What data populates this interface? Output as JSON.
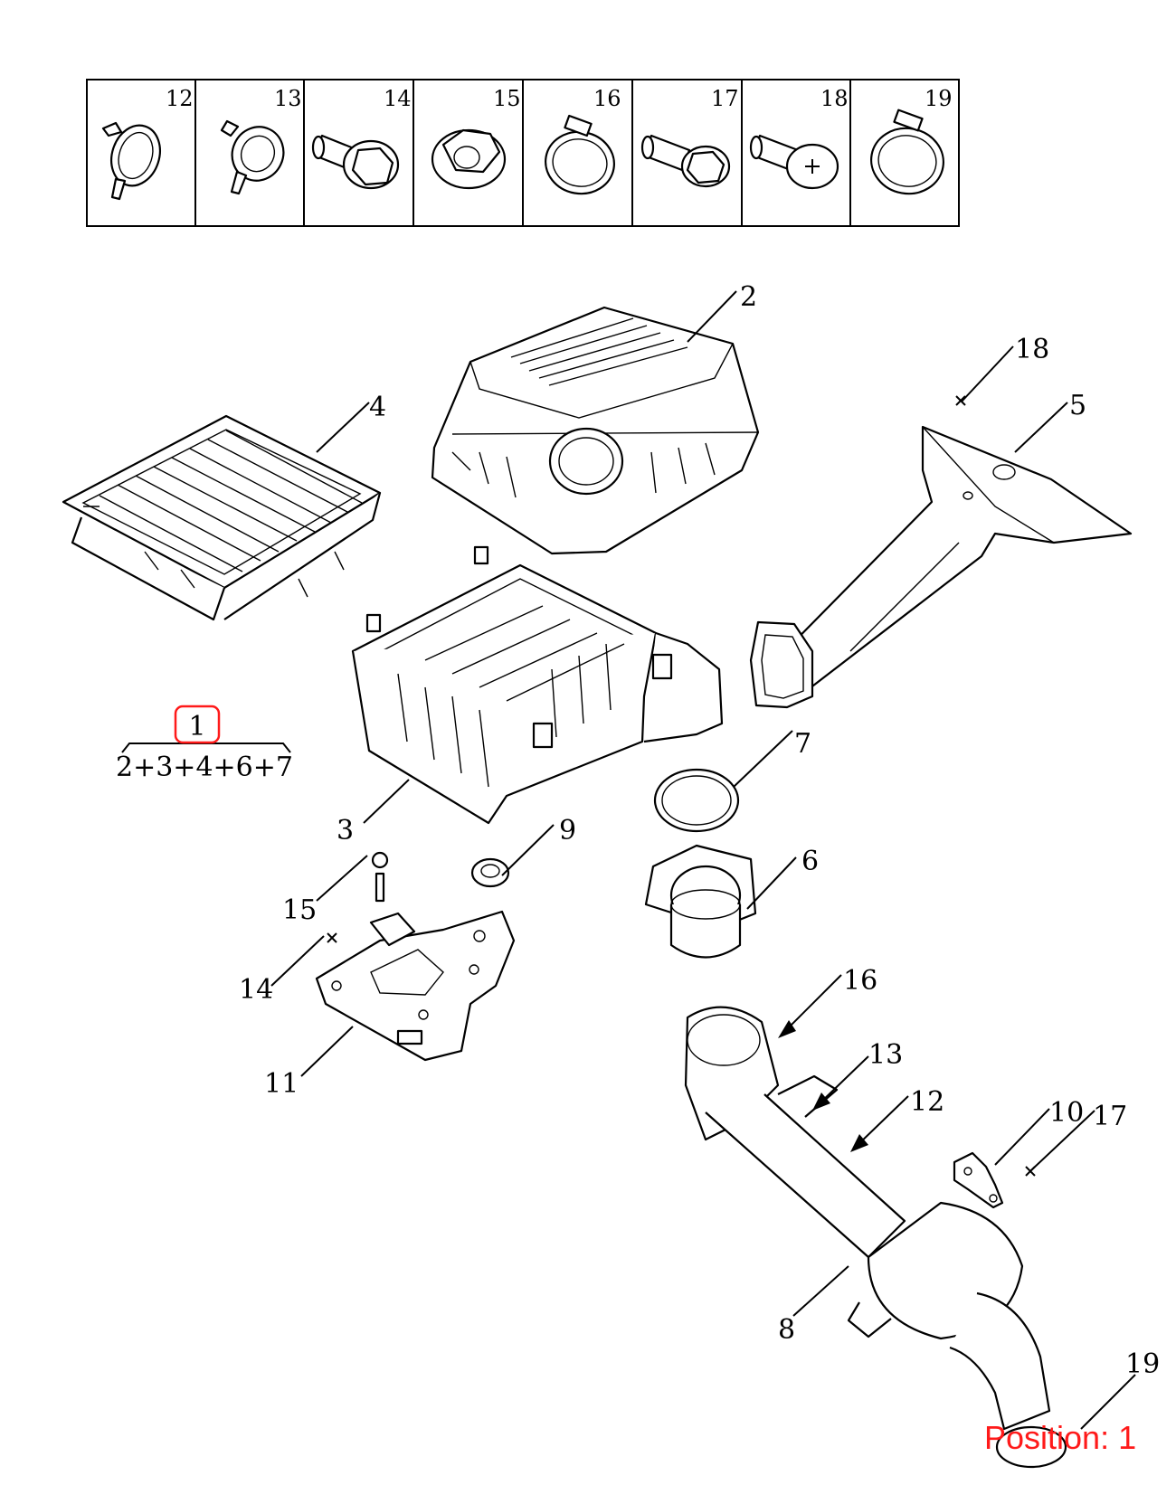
{
  "header_cells": [
    "12",
    "13",
    "14",
    "15",
    "16",
    "17",
    "18",
    "19"
  ],
  "callouts": {
    "c2": "2",
    "c3": "3",
    "c4": "4",
    "c5": "5",
    "c6": "6",
    "c7": "7",
    "c8": "8",
    "c9": "9",
    "c10": "10",
    "c11": "11",
    "c12": "12",
    "c13": "13",
    "c14": "14",
    "c15": "15",
    "c16": "16",
    "c17": "17",
    "c18": "18",
    "c19": "19"
  },
  "assembly": {
    "number": "1",
    "formula": "2+3+4+6+7"
  },
  "position_label": "Position: 1",
  "colors": {
    "highlight": "#ff1a1a",
    "line": "#000000"
  }
}
